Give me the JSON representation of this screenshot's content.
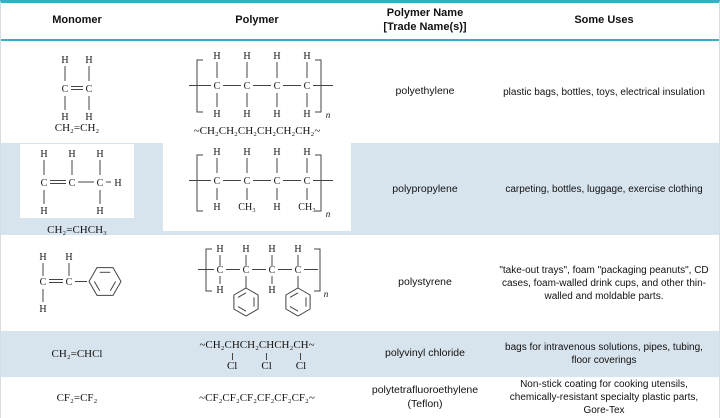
{
  "colors": {
    "accent": "#35aec6",
    "row_alt": "#d8e4ed"
  },
  "header": {
    "monomer": "Monomer",
    "polymer": "Polymer",
    "polymer_name_line1": "Polymer Name",
    "polymer_name_line2": "[Trade Name(s)]",
    "uses": "Some Uses"
  },
  "atoms": {
    "H": "H",
    "C": "C",
    "Cl": "Cl",
    "n": "n",
    "CH": "CH",
    "CH2": "CH₂",
    "CH3": "CH₃",
    "tilde": "~"
  },
  "rows": [
    {
      "monomer_caption": "CH₂=CH₂",
      "polymer_caption": "~CH₂CH₂CH₂CH₂CH₂CH₂~",
      "name": "polyethylene",
      "uses": "plastic bags, bottles, toys, electrical insulation"
    },
    {
      "monomer_caption": "CH₂=CHCH₃",
      "name": "polypropylene",
      "uses": "carpeting, bottles, luggage, exercise clothing"
    },
    {
      "name": "polystyrene",
      "uses": "\"take-out trays\", foam \"packaging peanuts\", CD cases, foam-walled drink cups, and other thin-walled and moldable parts."
    },
    {
      "monomer_caption": "CH₂=CHCl",
      "name": "polyvinyl chloride",
      "uses": "bags for intravenous solutions, pipes, tubing, floor coverings"
    },
    {
      "monomer_caption": "CF₂=CF₂",
      "polymer_caption": "~CF₂CF₂CF₂CF₂CF₂CF₂~",
      "name_line1": "polytetrafluoroethylene",
      "name_line2": "(Teflon)",
      "uses": "Non-stick coating for cooking utensils, chemically-resistant specialty plastic parts, Gore-Tex"
    }
  ]
}
